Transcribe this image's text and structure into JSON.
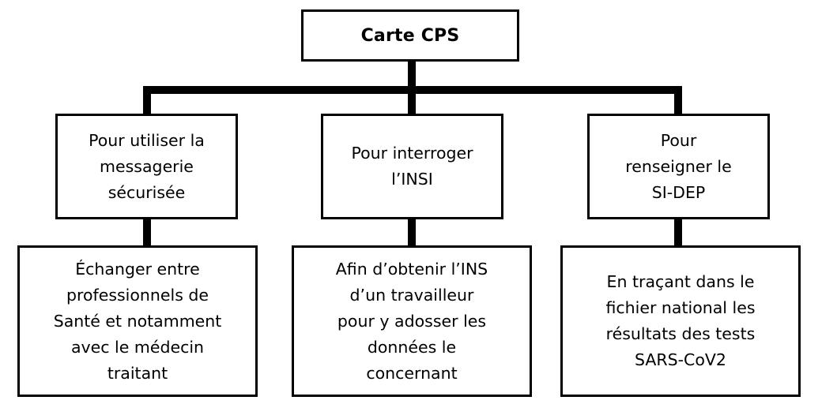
{
  "diagram": {
    "root": {
      "label": "Carte CPS"
    },
    "branches": [
      {
        "purpose": [
          "Pour utiliser la",
          "messagerie",
          "sécurisée"
        ],
        "detail": [
          "Échanger entre",
          "professionnels de",
          "Santé et notamment",
          "avec le médecin",
          "traitant"
        ]
      },
      {
        "purpose": [
          "Pour interroger",
          "l’INSI"
        ],
        "detail": [
          "Afin d’obtenir l’INS",
          "d’un travailleur",
          "pour y adosser les",
          "données le",
          "concernant"
        ]
      },
      {
        "purpose": [
          "Pour",
          "renseigner le",
          "SI-DEP"
        ],
        "detail": [
          "En traçant dans le",
          "fichier national  les",
          "résultats des tests",
          "SARS-CoV2"
        ]
      }
    ]
  }
}
